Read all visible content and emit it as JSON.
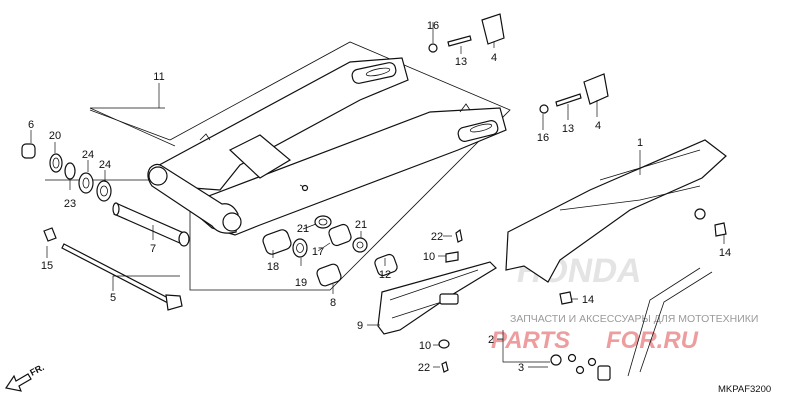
{
  "diagram_code": "MKPAF3200",
  "fr_label": "FR.",
  "watermark": {
    "brand_left": "PARTS",
    "brand_right": "FOR.RU",
    "tagline": "ЗАПЧАСТИ И АКСЕССУАРЫ ДЛЯ МОТОТЕХНИКИ",
    "bg_brand": "HONDA",
    "brand_color": "#d9252a"
  },
  "callouts": {
    "c1": "1",
    "c2": "2",
    "c3": "3",
    "c4a": "4",
    "c4b": "4",
    "c5": "5",
    "c6": "6",
    "c7": "7",
    "c8": "8",
    "c9": "9",
    "c10a": "10",
    "c10b": "10",
    "c11": "11",
    "c12": "12",
    "c13a": "13",
    "c13b": "13",
    "c14a": "14",
    "c14b": "14",
    "c15": "15",
    "c16a": "16",
    "c16b": "16",
    "c17": "17",
    "c18": "18",
    "c19": "19",
    "c20": "20",
    "c21a": "21",
    "c21b": "21",
    "c22a": "22",
    "c22b": "22",
    "c23": "23",
    "c24a": "24",
    "c24b": "24"
  }
}
